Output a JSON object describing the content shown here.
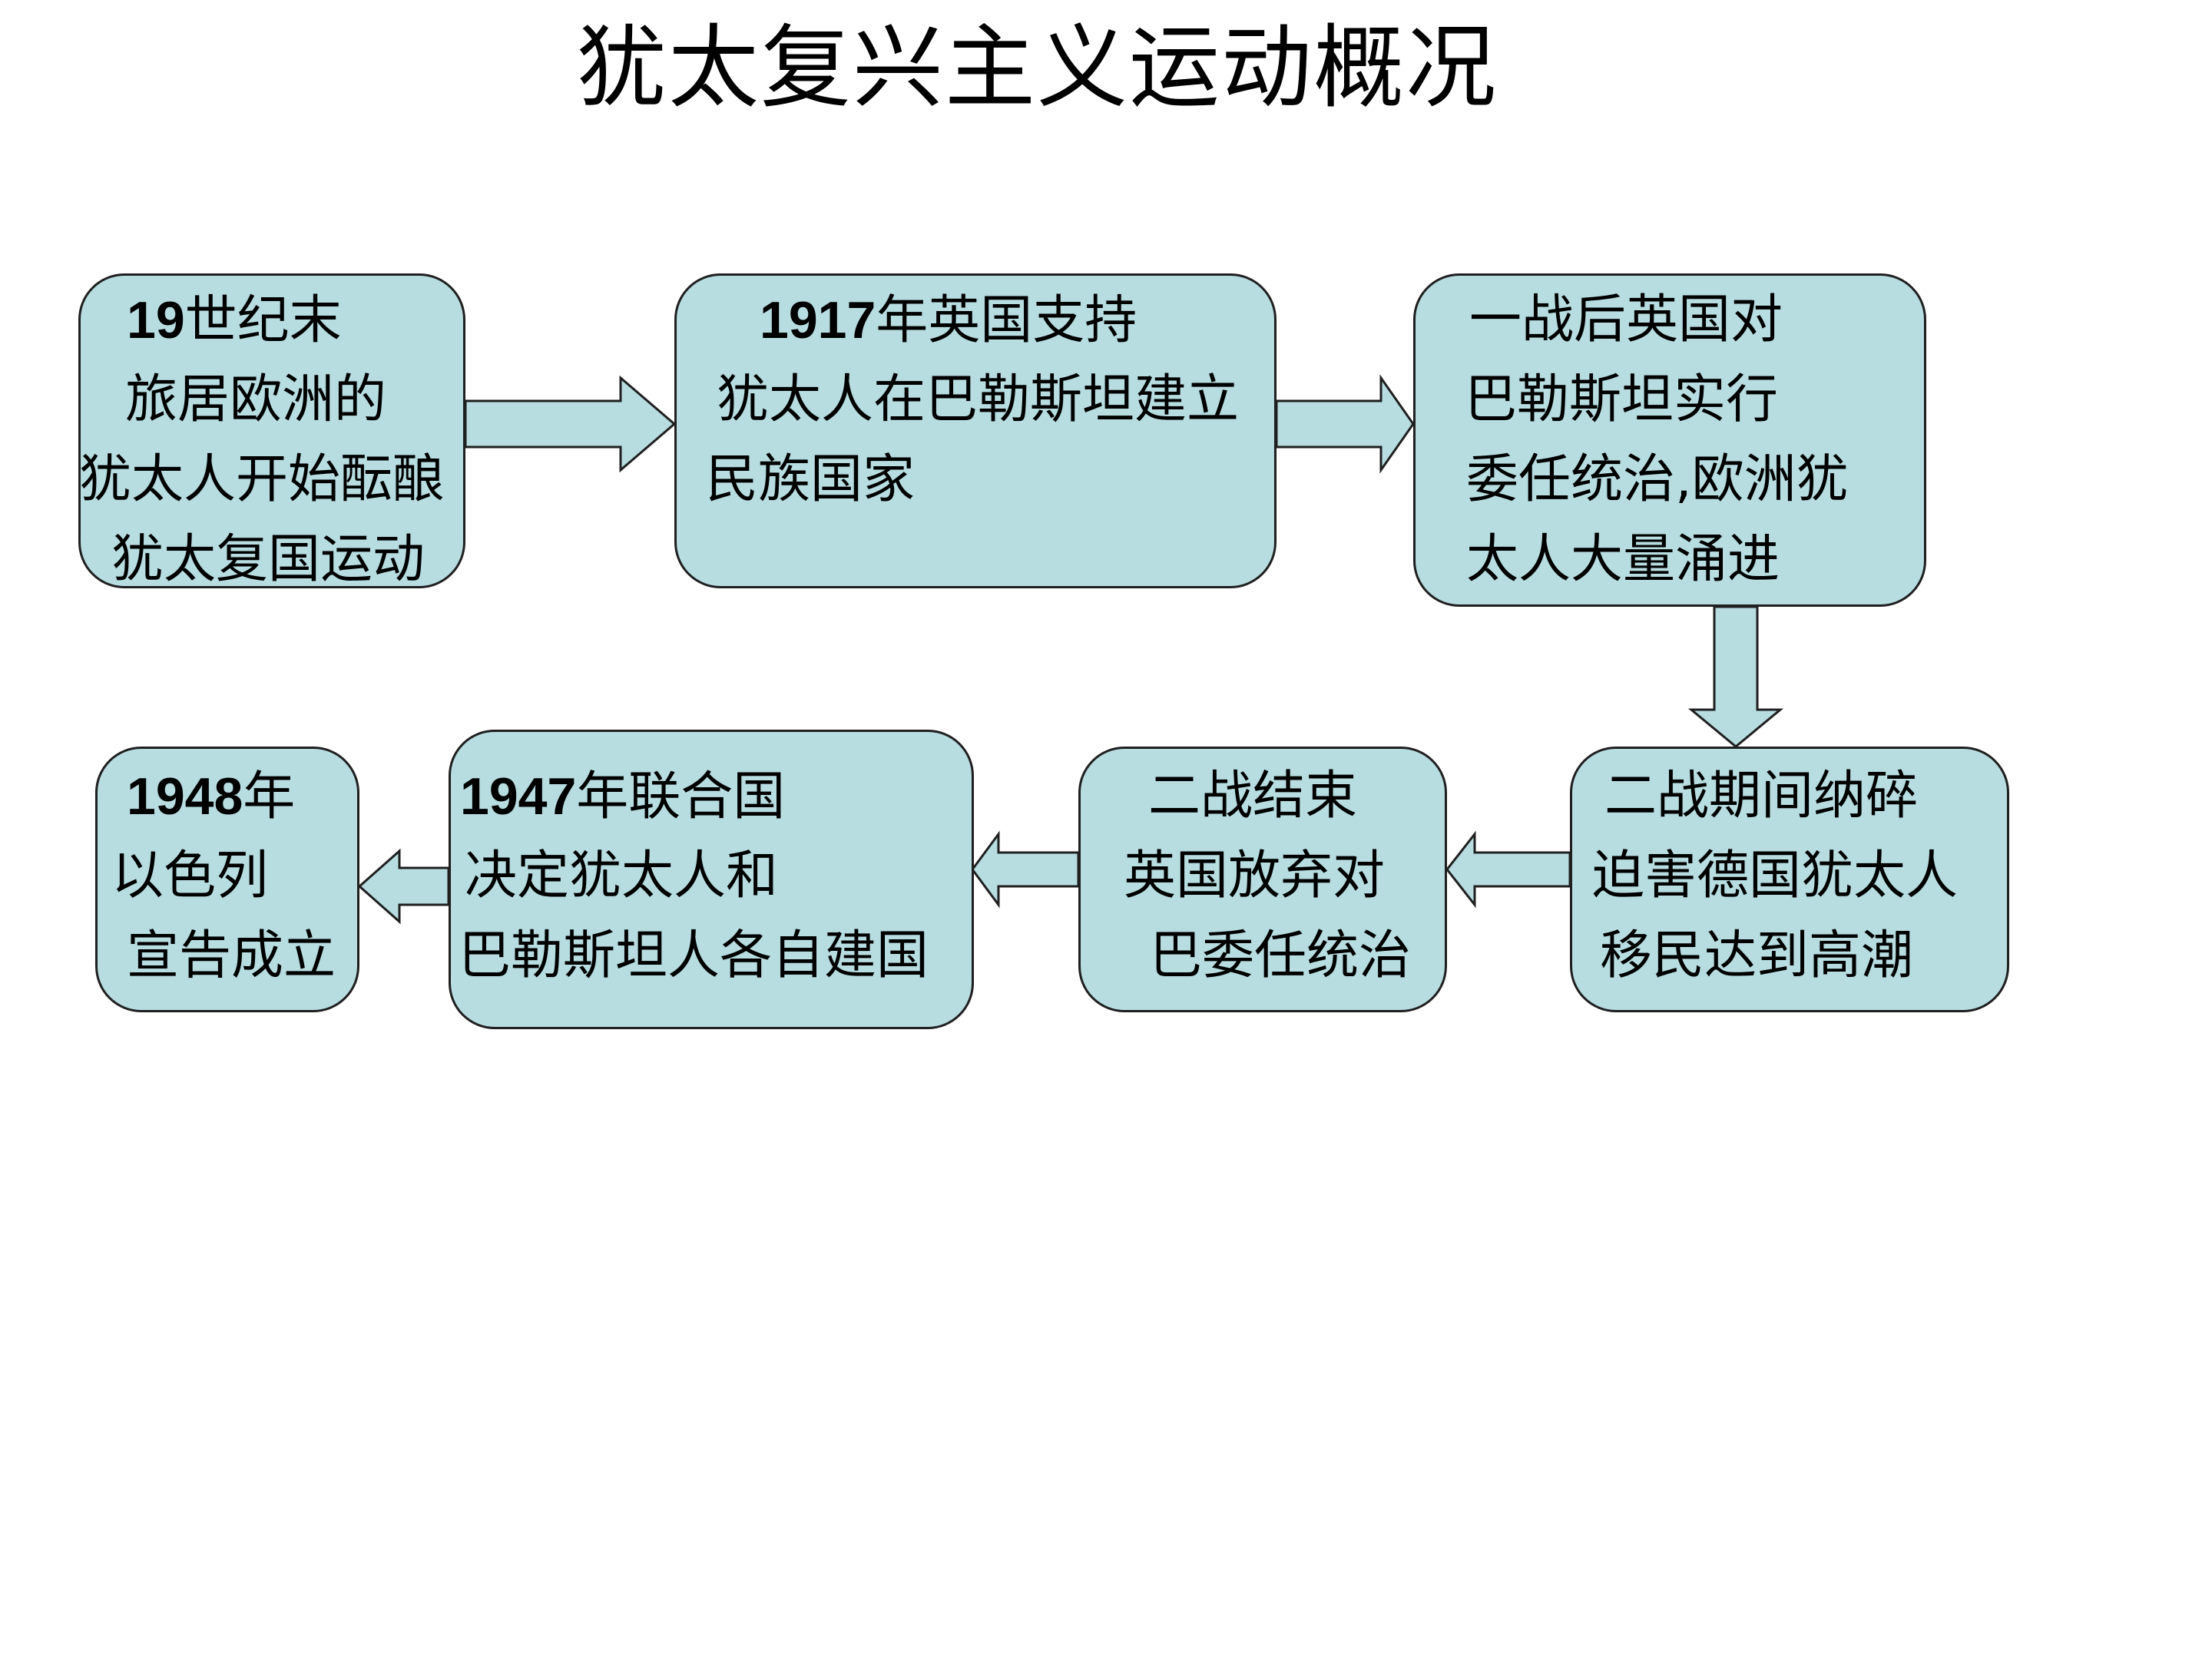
{
  "title": "犹太复兴主义运动概况",
  "colors": {
    "box_fill": "#b7dde1",
    "border": "#1f1f1f",
    "arrow_fill": "#b7dde1"
  },
  "steps": [
    {
      "year": "19",
      "lines": [
        "世纪末",
        "旅居欧洲的",
        "犹太人开始酝酿",
        "犹太复国运动"
      ]
    },
    {
      "year": "1917",
      "lines": [
        "年英国支持",
        "犹太人在巴勒斯坦建立",
        "民族国家"
      ]
    },
    {
      "lines": [
        "一战后英国对",
        "巴勒斯坦实行",
        "委任统治,欧洲犹",
        "太人大量涌进"
      ]
    },
    {
      "lines": [
        "二战期间纳碎",
        "迫害德国犹太人",
        "移民达到高潮"
      ]
    },
    {
      "lines": [
        "二战结束",
        "英国放弃对",
        "巴委任统治"
      ]
    },
    {
      "year": "1947",
      "lines": [
        "年联合国",
        "决定犹太人和",
        "巴勒斯坦人各自建国"
      ]
    },
    {
      "year": "1948",
      "lines": [
        "年",
        "以色列",
        "宣告成立"
      ]
    }
  ]
}
